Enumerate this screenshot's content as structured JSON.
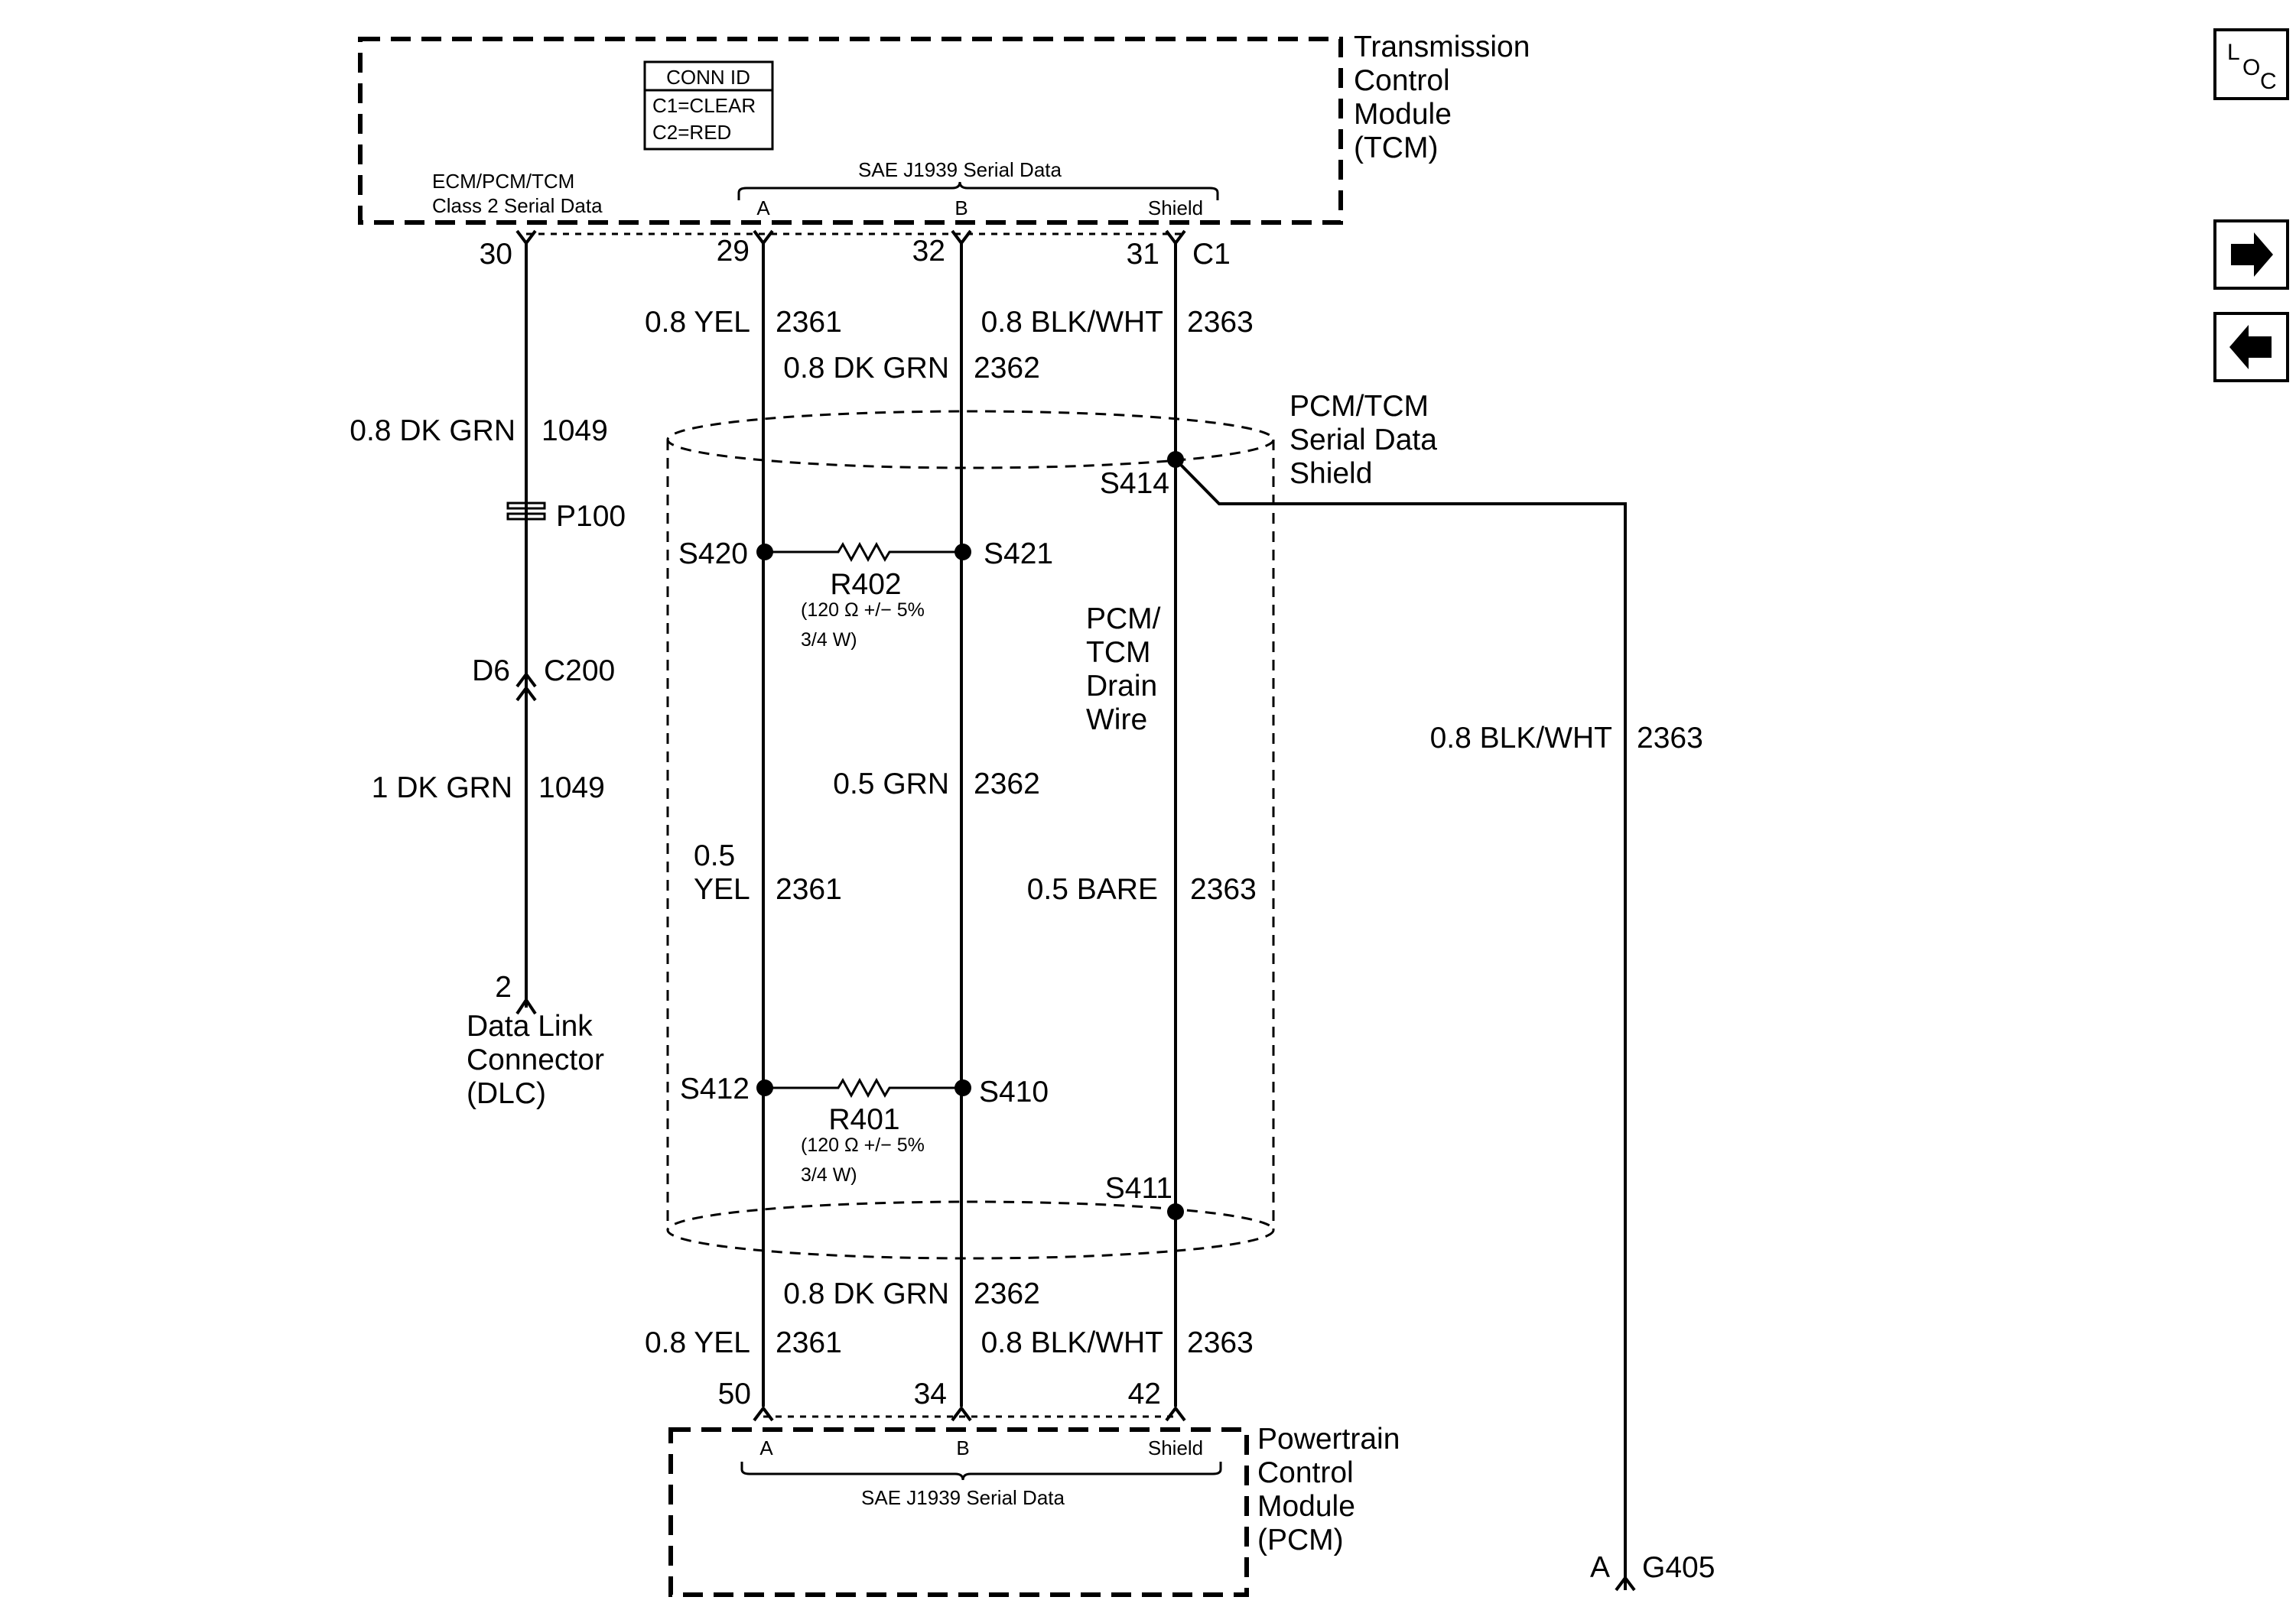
{
  "tcm": {
    "title_lines": [
      "Transmission",
      "Control",
      "Module",
      "(TCM)"
    ]
  },
  "pcm": {
    "title_lines": [
      "Powertrain",
      "Control",
      "Module",
      "(PCM)"
    ]
  },
  "conn_id": {
    "header": "CONN ID",
    "rows": [
      "C1=CLEAR",
      "C2=RED"
    ]
  },
  "class2_label": {
    "lines": [
      "ECM/PCM/TCM",
      "Class 2 Serial Data"
    ]
  },
  "j1939_top": {
    "label": "SAE J1939 Serial Data",
    "a": "A",
    "b": "B",
    "shield": "Shield"
  },
  "j1939_bottom": {
    "label": "SAE J1939 Serial Data",
    "a": "A",
    "b": "B",
    "shield": "Shield"
  },
  "tcm_pins": {
    "p30": "30",
    "p29": "29",
    "p32": "32",
    "p31": "31",
    "conn": "C1"
  },
  "pcm_pins": {
    "p50": "50",
    "p34": "34",
    "p42": "42"
  },
  "wires_top": {
    "yel_color": "0.8 YEL",
    "yel_circuit": "2361",
    "grn_color": "0.8 DK GRN",
    "grn_circuit": "2362",
    "blk_color": "0.8 BLK/WHT",
    "blk_circuit": "2363"
  },
  "wires_mid": {
    "grn_color": "0.5 GRN",
    "grn_circuit": "2362",
    "yel_color_line1": "0.5",
    "yel_color_line2": "YEL",
    "yel_circuit": "2361",
    "bare_color": "0.5 BARE",
    "bare_circuit": "2363"
  },
  "wires_bottom": {
    "grn_color": "0.8 DK GRN",
    "grn_circuit": "2362",
    "yel_color": "0.8 YEL",
    "yel_circuit": "2361",
    "blk_color": "0.8 BLK/WHT",
    "blk_circuit": "2363"
  },
  "class2_wire": {
    "upper_color": "0.8 DK GRN",
    "upper_circuit": "1049",
    "p100": "P100",
    "d6": "D6",
    "c200": "C200",
    "lower_color": "1 DK GRN",
    "lower_circuit": "1049"
  },
  "dlc": {
    "pin": "2",
    "lines": [
      "Data Link",
      "Connector",
      "(DLC)"
    ]
  },
  "splices": {
    "s420": "S420",
    "s421": "S421",
    "s414": "S414",
    "s412": "S412",
    "s410": "S410",
    "s411": "S411"
  },
  "r402": {
    "name": "R402",
    "spec_line1": "(120 Ω +/− 5%",
    "spec_line2": "3/4 W)"
  },
  "r401": {
    "name": "R401",
    "spec_line1": "(120 Ω +/− 5%",
    "spec_line2": "3/4 W)"
  },
  "shield_label": {
    "lines": [
      "PCM/TCM",
      "Serial Data",
      "Shield"
    ]
  },
  "drain_label": {
    "lines": [
      "PCM/",
      "TCM",
      "Drain",
      "Wire"
    ]
  },
  "ground_wire": {
    "color": "0.8 BLK/WHT",
    "circuit": "2363",
    "pin": "A",
    "ground": "G405"
  },
  "nav": {
    "loc_icon": "loc-icon",
    "forward_icon": "arrow-right-icon",
    "back_icon": "arrow-left-icon"
  }
}
